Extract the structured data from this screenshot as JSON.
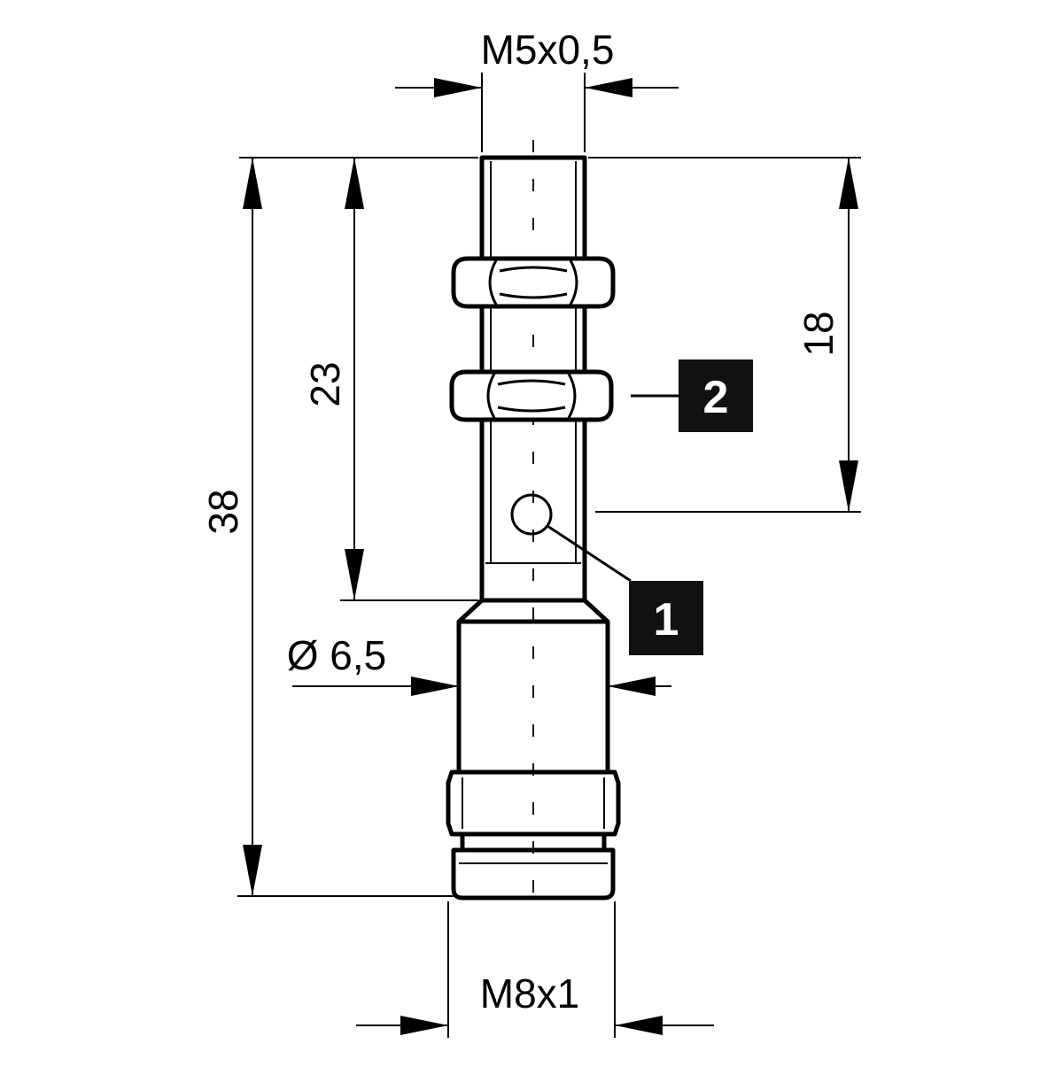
{
  "dimensions": {
    "thread_top": "M5x0,5",
    "thread_bottom": "M8x1",
    "diameter": "Ø 6,5",
    "total_length": "38",
    "thread_length": "23",
    "sensing_height": "18"
  },
  "callouts": {
    "marker_1": "1",
    "marker_2": "2"
  },
  "colors": {
    "line": "#000000",
    "background": "#ffffff",
    "callout_box": "#111111"
  }
}
